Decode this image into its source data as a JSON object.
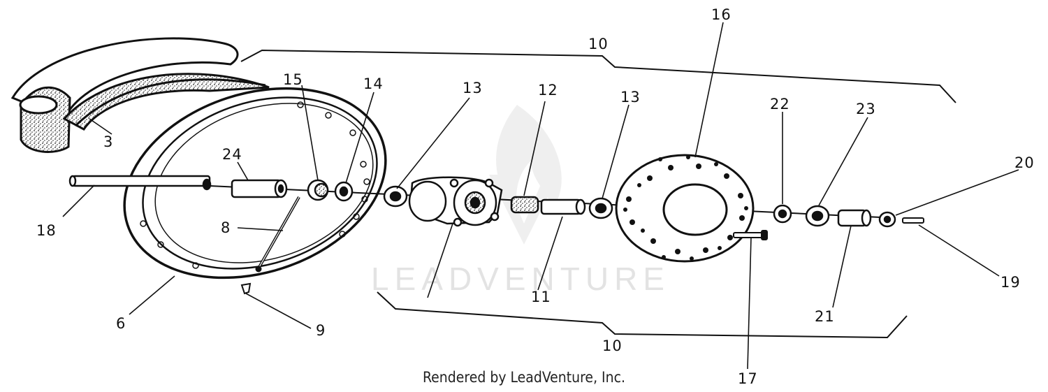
{
  "watermark": {
    "text": "LEADVENTURE"
  },
  "footer": {
    "credit": "Rendered by LeadVenture, Inc."
  },
  "colors": {
    "ink": "#111111",
    "watermark": "#e3e3e3"
  },
  "callouts": {
    "c3": "3",
    "c6": "6",
    "c8": "8",
    "c9": "9",
    "c10_top": "10",
    "c10_bottom": "10",
    "c11": "11",
    "c12": "12",
    "c13_left": "13",
    "c13_right": "13",
    "c14": "14",
    "c15": "15",
    "c16": "16",
    "c17": "17",
    "c18": "18",
    "c19": "19",
    "c20": "20",
    "c21": "21",
    "c22": "22",
    "c23": "23",
    "c24": "24"
  }
}
